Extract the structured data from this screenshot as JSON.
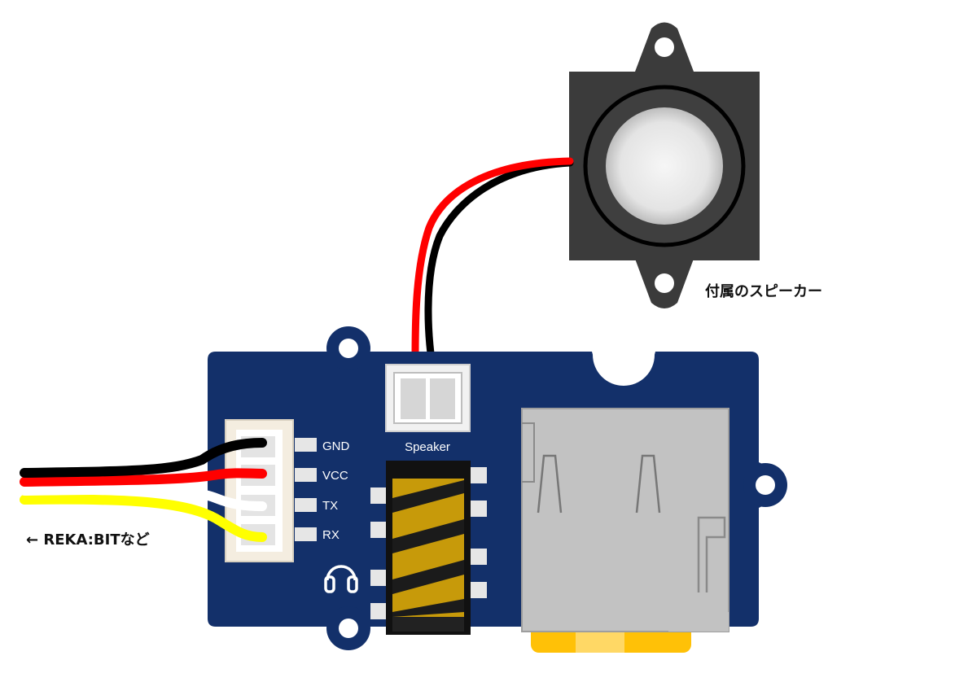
{
  "speaker": {
    "caption": "付属のスピーカー",
    "body_color": "#3b3b3b",
    "cone_color": "#e4e4e4"
  },
  "board": {
    "color": "#13306a",
    "connector_label": "Speaker",
    "pins": [
      "GND",
      "VCC",
      "TX",
      "RX"
    ],
    "headphone_symbol": "headphone-icon"
  },
  "cable": {
    "caption": "← REKA:BITなど",
    "wire_colors": [
      "#000000",
      "#ff0000",
      "#ffffff",
      "#ffff00"
    ]
  },
  "speaker_wires": [
    "#ff0000",
    "#000000"
  ],
  "sd_card_color": "#ffc107"
}
